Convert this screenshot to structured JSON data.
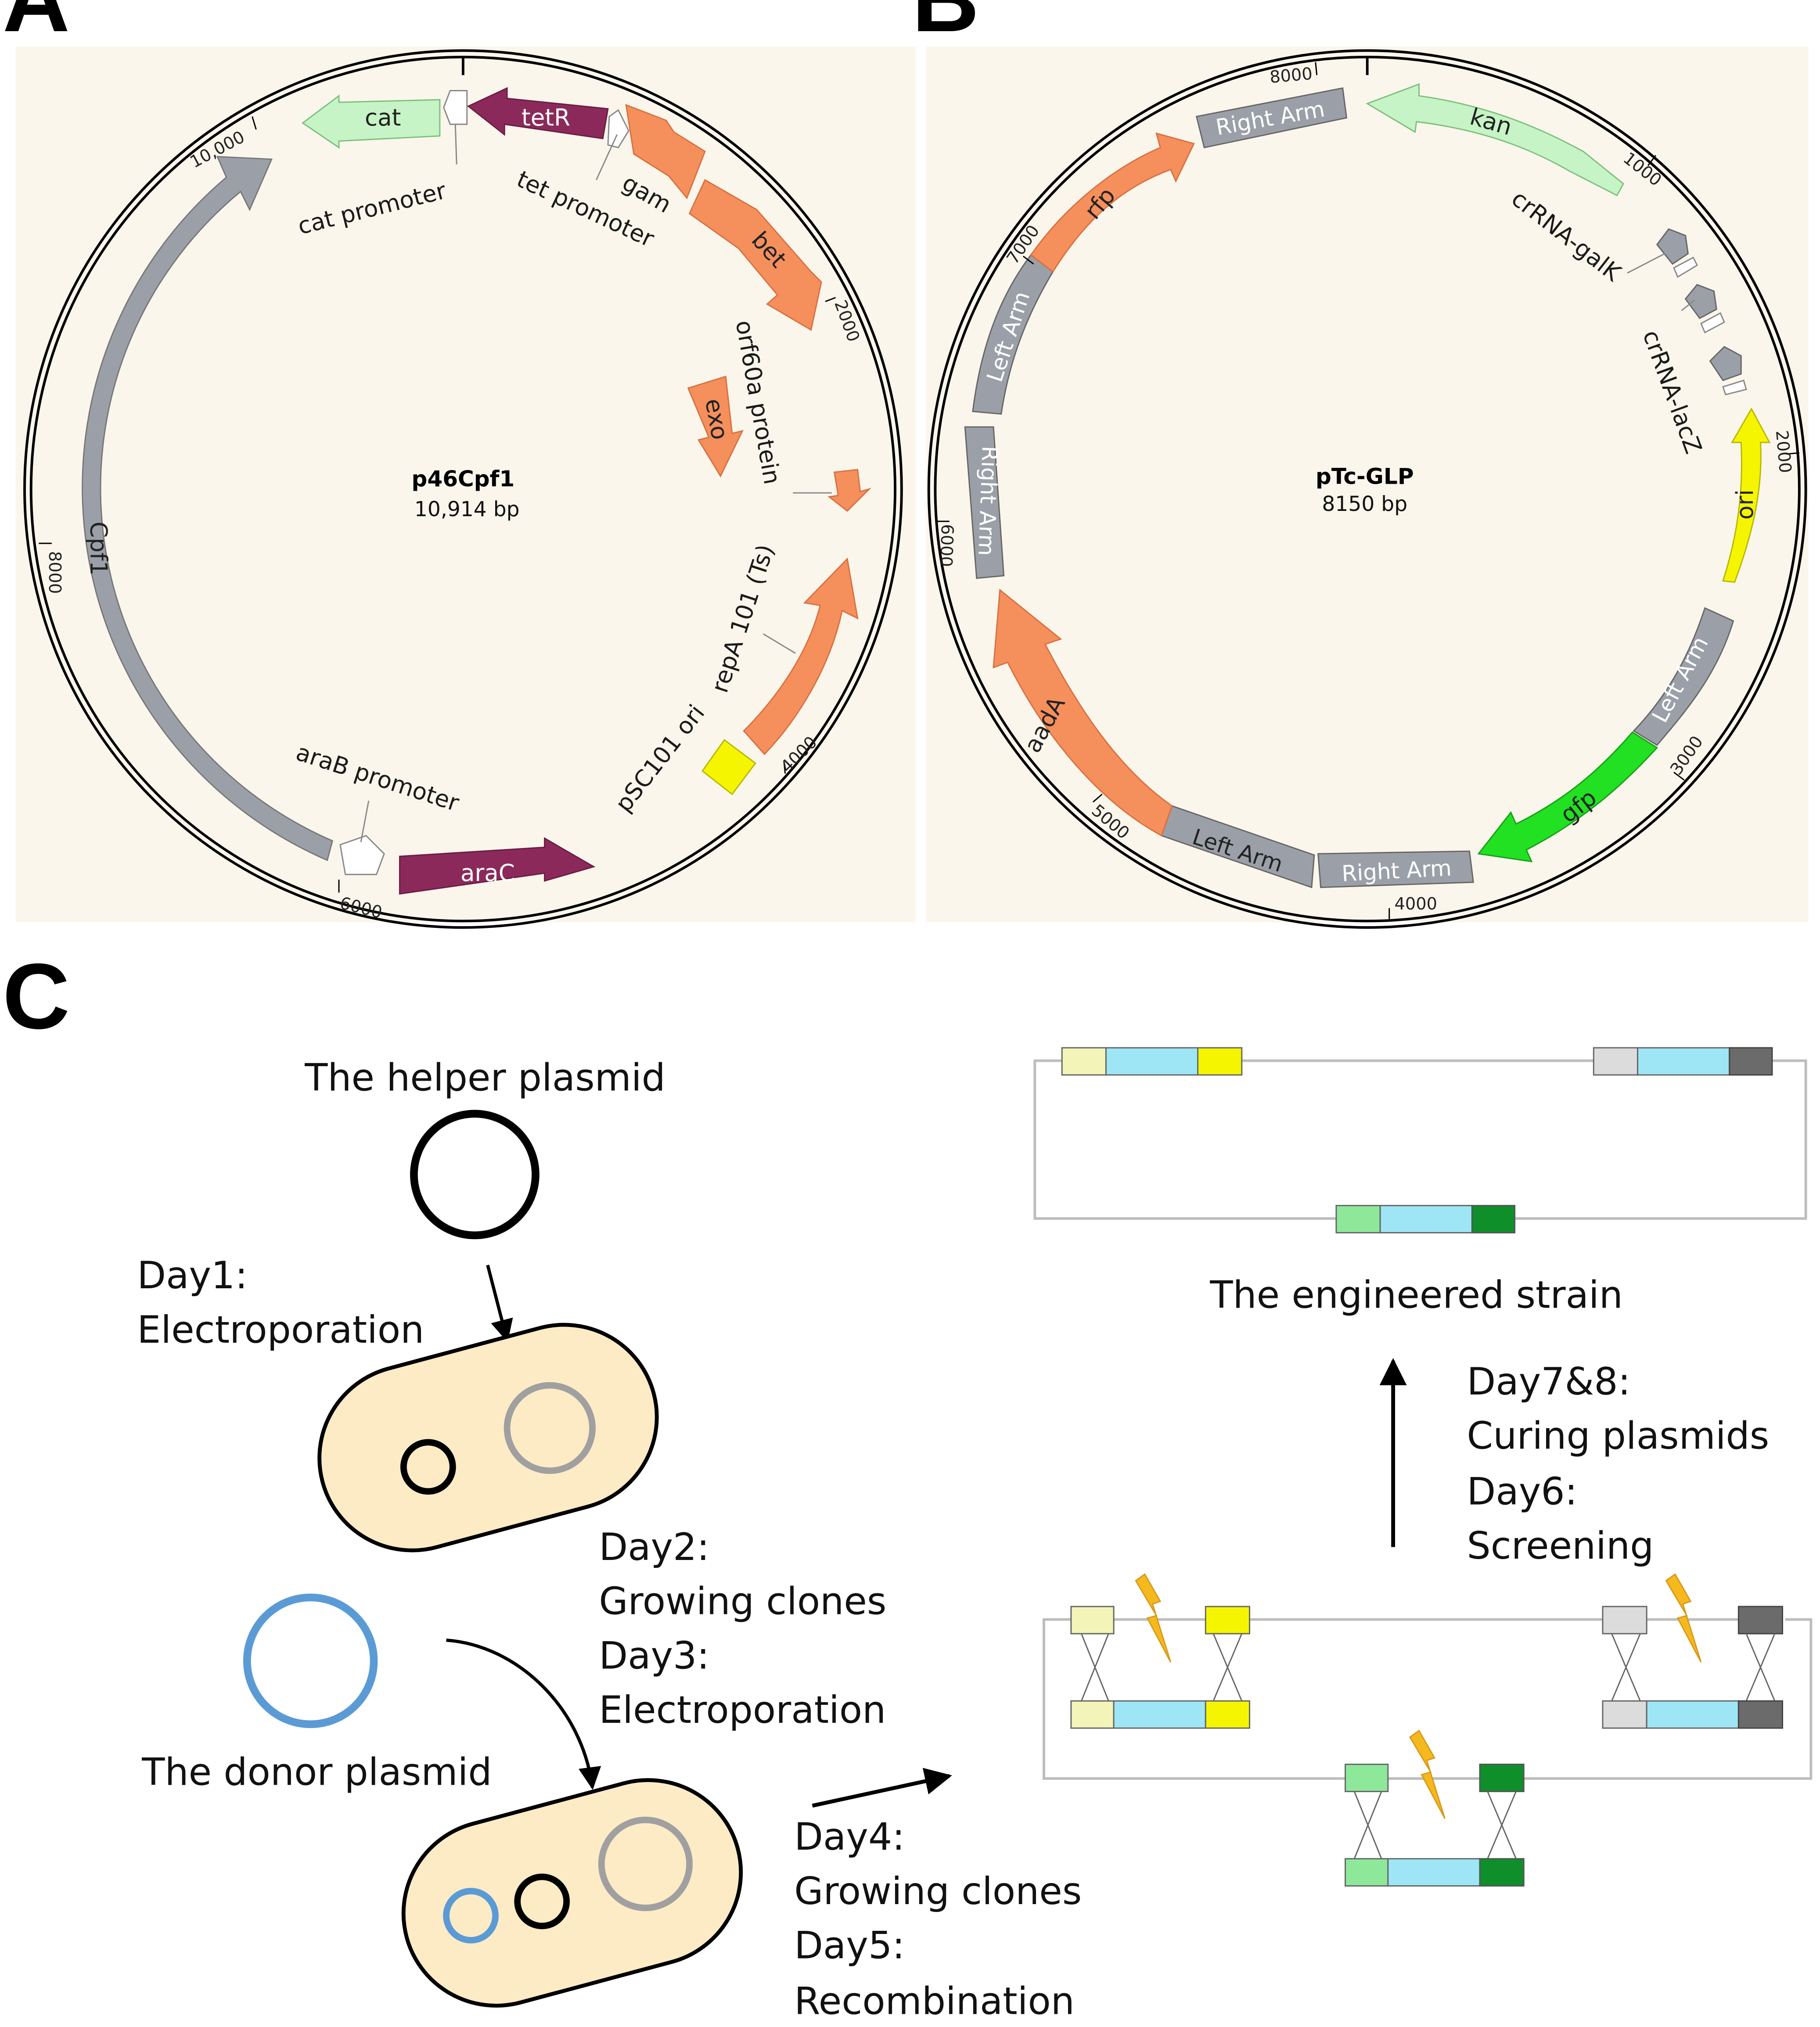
{
  "panels": {
    "A": {
      "letter": "A",
      "name": "p46Cpf1",
      "size": "10,914 bp",
      "ticks": [
        "2000",
        "4000",
        "6000",
        "8000",
        "10,000"
      ],
      "features": {
        "cat": "cat",
        "tetR": "tetR",
        "bet": "bet",
        "exo": "exo",
        "araC": "araC",
        "cpf1": "Cpf1"
      },
      "annotations": {
        "cat_promoter": "cat promoter",
        "tet_promoter": "tet promoter",
        "gam": "gam",
        "orf60a": "orf60a protein",
        "repA": "repA 101 (Ts)",
        "psc101": "pSC101 ori",
        "arab": "araB promoter"
      }
    },
    "B": {
      "letter": "B",
      "name": "pTc-GLP",
      "size": "8150 bp",
      "ticks": [
        "1000",
        "2000",
        "3000",
        "4000",
        "5000",
        "6000",
        "7000",
        "8000"
      ],
      "features": {
        "kan": "kan",
        "ori": "ori",
        "gfp": "gfp",
        "aadA": "aadA",
        "rfp": "rfp",
        "right_arm": "Right Arm",
        "left_arm": "Left Arm"
      },
      "annotations": {
        "crrna_galk": "crRNA-galK",
        "crrna_lacz": "crRNA-lacZ"
      }
    },
    "C": {
      "letter": "C",
      "helper_plasmid": "The helper plasmid",
      "donor_plasmid": "The donor plasmid",
      "engineered_strain": "The engineered strain",
      "steps": {
        "day1": "Day1:",
        "day1_action": "Electroporation",
        "day2": "Day2:",
        "day2_action": "Growing clones",
        "day3": "Day3:",
        "day3_action": "Electroporation",
        "day4": "Day4:",
        "day4_action": "Growing clones",
        "day5": "Day5:",
        "day5_action": "Recombination",
        "day78": "Day7&8:",
        "day78_action": "Curing plasmids",
        "day6": "Day6:",
        "day6_action": "Screening"
      }
    }
  },
  "colors": {
    "map_background": "#fbf6ec",
    "orange": "#f58f5c",
    "purple": "#8b2a5a",
    "light_green": "#c6f4c6",
    "gray": "#9ba0a8",
    "yellow": "#f5f500",
    "bright_green": "#22e022",
    "cell": "#fdebc6",
    "helper": "#000000",
    "donor": "#5b9bd5",
    "genome_circle": "#a0a0a0",
    "cyan": "#9ee6f5",
    "pale_yellow": "#f3f5b8",
    "light_gray": "#dcdcdc",
    "dark_gray": "#6b6b6b",
    "mint": "#8ee89a",
    "dark_green": "#0e8f2a",
    "lightning": "#f5b91e"
  },
  "icons": [
    "lightning-bolt-icon",
    "arrow-icon"
  ]
}
